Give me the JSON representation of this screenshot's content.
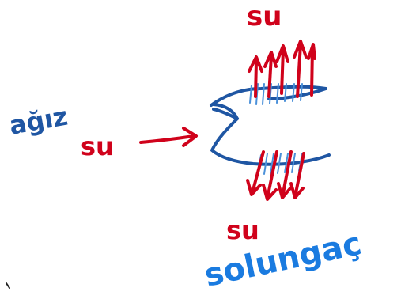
{
  "labels": {
    "top": "su",
    "left_input": "su",
    "bottom": "su",
    "side_blue": "ağız",
    "bottom_blue": "solungaç"
  },
  "colors": {
    "red": "#d0021b",
    "blue": "#1f56a3",
    "light_blue": "#4a90d9",
    "bright_blue": "#1a7be0"
  }
}
